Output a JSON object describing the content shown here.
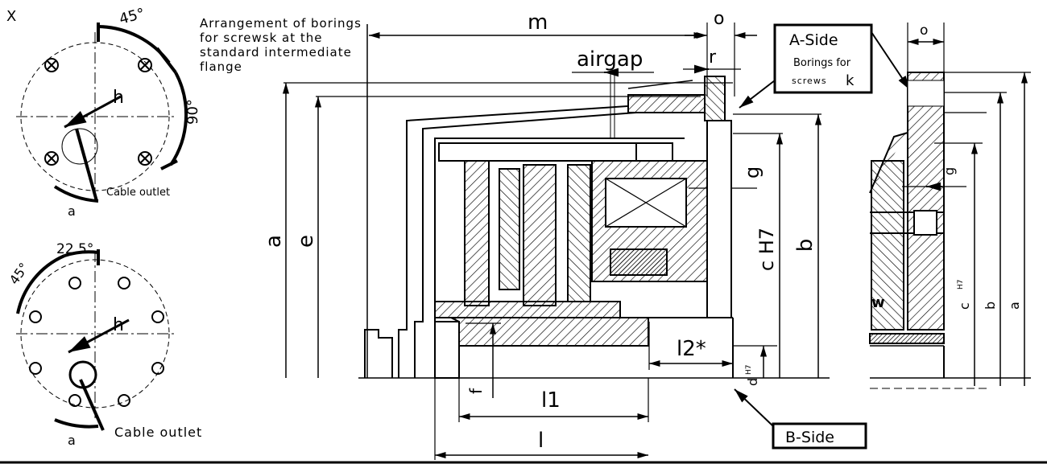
{
  "view_label": "X",
  "note": {
    "line1": "Arrangement of borings",
    "line2": "for screwsk at the",
    "line3": "standard intermediate",
    "line4": "flange"
  },
  "top_pattern": {
    "angle_45": "45°",
    "angle_90": "90°",
    "dim_h": "h",
    "dim_a": "a",
    "cable_outlet": "Cable outlet"
  },
  "bottom_pattern": {
    "angle_225": "22.5°",
    "angle_45": "45°",
    "dim_h": "h",
    "dim_a": "a",
    "cable_outlet": "Cable outlet"
  },
  "dims": {
    "m": "m",
    "o": "o",
    "o_right": "o",
    "airgap": "airgap",
    "r": "r",
    "g": "g",
    "g_right": "g",
    "a": "a",
    "e": "e",
    "b": "b",
    "c_h7": "c H7",
    "l2": "l2*",
    "l1": "l1",
    "l": "l",
    "f": "f",
    "d": "d",
    "d_h7": "H7",
    "c_right": "c",
    "c_right_h7": "H7",
    "b_right": "b",
    "a_right": "a",
    "w": "w"
  },
  "callouts": {
    "a_side_title": "A-Side",
    "a_side_sub1": "Borings for",
    "a_side_sub2": "screws",
    "a_side_k": "k",
    "b_side": "B-Side"
  }
}
